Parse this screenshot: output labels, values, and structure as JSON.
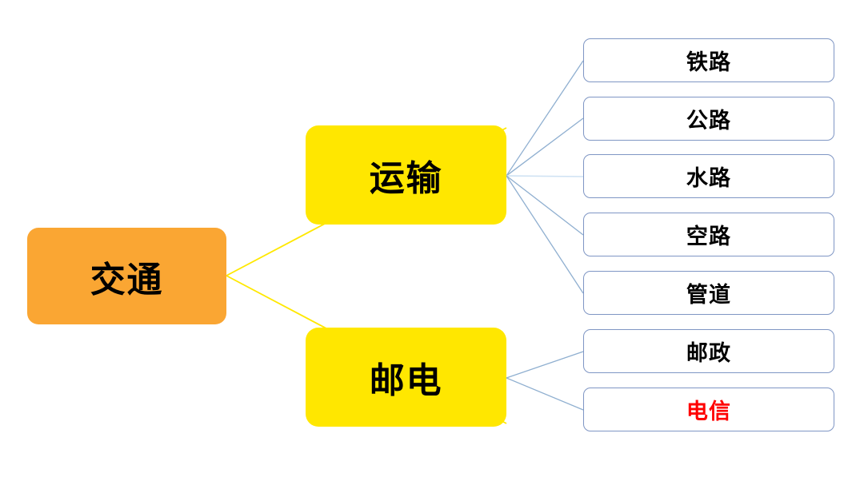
{
  "diagram": {
    "title": "交通",
    "type": "hierarchy-tree",
    "orientation": "left-to-right",
    "colors": {
      "root_fill": "#FAA633",
      "branch_fill": "#FFE700",
      "leaf_fill": "#FFFFFF",
      "leaf_border": "#7F96C4",
      "root_connector": "#FFE800",
      "branch_connector": "#8FAFD0",
      "text": "#000000",
      "highlight_text": "#FF0000",
      "background": "#FFFFFF"
    },
    "root": {
      "label": "交通",
      "level": 1
    },
    "branches": [
      {
        "label": "运输",
        "level": 2,
        "children": [
          {
            "label": "铁路",
            "level": 3,
            "highlighted": false
          },
          {
            "label": "公路",
            "level": 3,
            "highlighted": false
          },
          {
            "label": "水路",
            "level": 3,
            "highlighted": false
          },
          {
            "label": "空路",
            "level": 3,
            "highlighted": false
          },
          {
            "label": "管道",
            "level": 3,
            "highlighted": false
          }
        ]
      },
      {
        "label": "邮电",
        "level": 2,
        "children": [
          {
            "label": "邮政",
            "level": 3,
            "highlighted": false
          },
          {
            "label": "电信",
            "level": 3,
            "highlighted": true
          }
        ]
      }
    ],
    "leaves_flat": [
      "铁路",
      "公路",
      "水路",
      "空路",
      "管道",
      "邮政",
      "电信"
    ]
  }
}
